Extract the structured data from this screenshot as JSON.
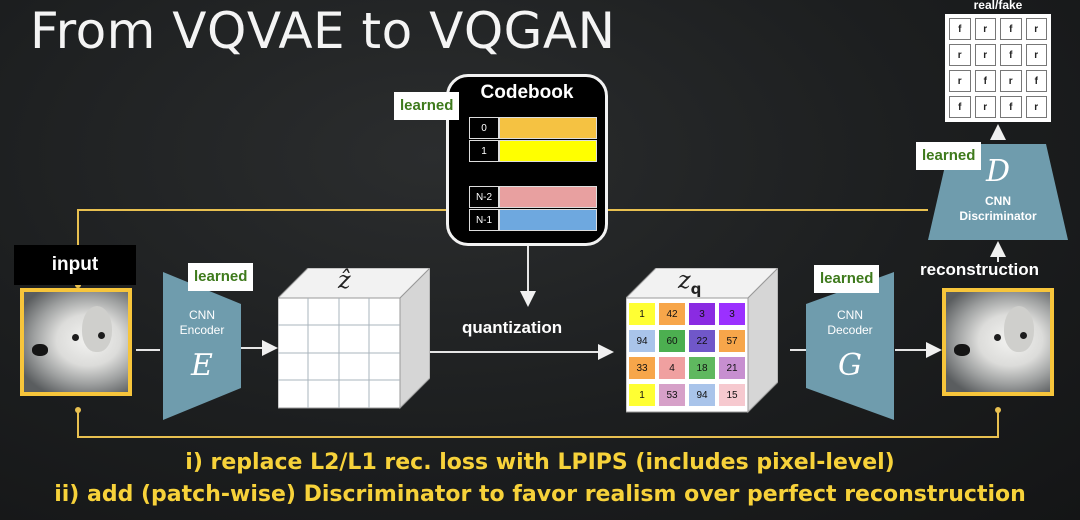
{
  "slide": {
    "title": "From VQVAE to VQGAN",
    "notes": [
      "i) replace L2/L1 rec. loss with LPIPS (includes pixel-level)",
      "ii) add (patch-wise) Discriminator to favor realism over perfect reconstruction"
    ]
  },
  "badges": {
    "learned": "learned"
  },
  "codebook": {
    "title": "Codebook",
    "rows": [
      {
        "index": "0",
        "color": "#f5c242"
      },
      {
        "index": "1",
        "color": "#ffff00"
      },
      {
        "index": "N-2",
        "color": "#e8a0a0"
      },
      {
        "index": "N-1",
        "color": "#6ea8df"
      }
    ]
  },
  "input": {
    "label": "input"
  },
  "encoder": {
    "line1": "CNN",
    "line2": "Encoder",
    "symbol": "E"
  },
  "z_hat": {
    "symbol": "ẑ"
  },
  "quantization": {
    "label": "quantization"
  },
  "z_q": {
    "symbol": "z",
    "subscript": "q",
    "cells": [
      {
        "value": "1",
        "color": "#ffff33"
      },
      {
        "value": "42",
        "color": "#f7a64a"
      },
      {
        "value": "3",
        "color": "#8a2be2"
      },
      {
        "value": "3",
        "color": "#9b30ff"
      },
      {
        "value": "94",
        "color": "#a9c4ea"
      },
      {
        "value": "60",
        "color": "#4caf50"
      },
      {
        "value": "22",
        "color": "#7057c9"
      },
      {
        "value": "57",
        "color": "#f7a64a"
      },
      {
        "value": "33",
        "color": "#f7a64a"
      },
      {
        "value": "4",
        "color": "#f0a0a0"
      },
      {
        "value": "18",
        "color": "#5fb85f"
      },
      {
        "value": "21",
        "color": "#c78fd0"
      },
      {
        "value": "1",
        "color": "#ffff33"
      },
      {
        "value": "53",
        "color": "#d6a0c8"
      },
      {
        "value": "94",
        "color": "#a9c4ea"
      },
      {
        "value": "15",
        "color": "#f6c9cf"
      }
    ]
  },
  "decoder": {
    "line1": "CNN",
    "line2": "Decoder",
    "symbol": "G"
  },
  "reconstruction": {
    "label": "reconstruction"
  },
  "discriminator": {
    "line1": "CNN",
    "line2": "Discriminator",
    "symbol": "D"
  },
  "real_fake": {
    "title": "real/fake",
    "cells": [
      "f",
      "r",
      "f",
      "r",
      "r",
      "r",
      "f",
      "r",
      "r",
      "f",
      "r",
      "f",
      "f",
      "r",
      "f",
      "r"
    ]
  },
  "colors": {
    "accent_yellow": "#f7c53b",
    "trapezoid": "#6f9cad",
    "learned_green": "#3e7a1c"
  }
}
